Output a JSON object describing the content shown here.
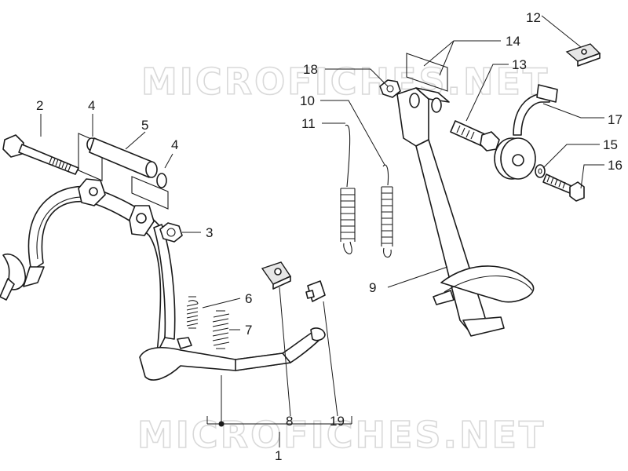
{
  "watermark": "MICROFICHES.NET",
  "callouts": [
    {
      "id": "1",
      "text": "1"
    },
    {
      "id": "2",
      "text": "2"
    },
    {
      "id": "3",
      "text": "3"
    },
    {
      "id": "4a",
      "text": "4"
    },
    {
      "id": "4b",
      "text": "4"
    },
    {
      "id": "5",
      "text": "5"
    },
    {
      "id": "6",
      "text": "6"
    },
    {
      "id": "7",
      "text": "7"
    },
    {
      "id": "8",
      "text": "8"
    },
    {
      "id": "9",
      "text": "9"
    },
    {
      "id": "10",
      "text": "10"
    },
    {
      "id": "11",
      "text": "11"
    },
    {
      "id": "12",
      "text": "12"
    },
    {
      "id": "13",
      "text": "13"
    },
    {
      "id": "14",
      "text": "14"
    },
    {
      "id": "15",
      "text": "15"
    },
    {
      "id": "16",
      "text": "16"
    },
    {
      "id": "17",
      "text": "17"
    },
    {
      "id": "18",
      "text": "18"
    },
    {
      "id": "19",
      "text": "19"
    }
  ]
}
